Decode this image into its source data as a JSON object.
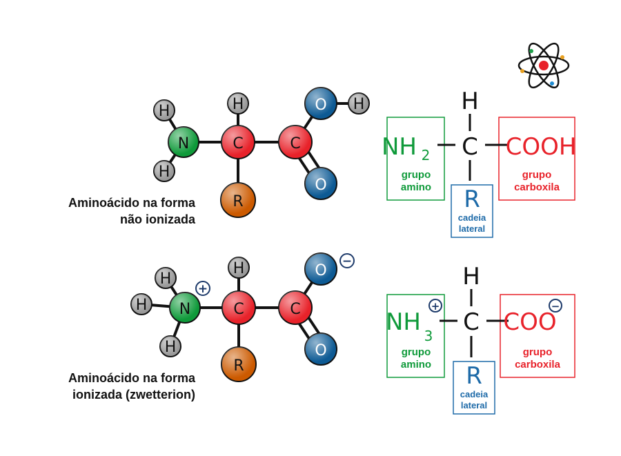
{
  "colors": {
    "nitrogen": "#0f9a3a",
    "carbon": "#e8222a",
    "oxygen": "#0d5a94",
    "hydrogen": "#9a9a9a",
    "r_group": "#cc5a00",
    "amino": "#0f9a3a",
    "carboxyl": "#e8222a",
    "side_chain": "#1d6aa8"
  },
  "top_model": {
    "atoms": {
      "h1": "H",
      "h2": "H",
      "n": "N",
      "c_alpha": "C",
      "h_alpha": "H",
      "c_carboxyl": "C",
      "o_single": "O",
      "h_oxygen": "H",
      "o_double": "O",
      "r": "R"
    },
    "caption_line1": "Aminoácido na forma",
    "caption_line2": "não ionizada"
  },
  "bottom_model": {
    "atoms": {
      "h1": "H",
      "h2": "H",
      "h3": "H",
      "n": "N",
      "c_alpha": "C",
      "h_alpha": "H",
      "c_carboxyl": "C",
      "o_single": "O",
      "o_double": "O",
      "r": "R"
    },
    "charge_plus": "+",
    "charge_minus": "−",
    "caption_line1": "Aminoácido na forma",
    "caption_line2": "ionizada (zwetterion)"
  },
  "top_formula": {
    "h": "H",
    "c": "C",
    "r": "R",
    "amino_main": "NH",
    "amino_sub": "2",
    "carboxyl": "COOH",
    "amino_label_line1": "grupo",
    "amino_label_line2": "amino",
    "carboxyl_label_line1": "grupo",
    "carboxyl_label_line2": "carboxila",
    "side_label_line1": "cadeia",
    "side_label_line2": "lateral"
  },
  "bottom_formula": {
    "h": "H",
    "c": "C",
    "r": "R",
    "amino_main": "NH",
    "amino_sub": "3",
    "carboxyl": "COO",
    "charge_plus": "+",
    "charge_minus": "−",
    "amino_label_line1": "grupo",
    "amino_label_line2": "amino",
    "carboxyl_label_line1": "grupo",
    "carboxyl_label_line2": "carboxila",
    "side_label_line1": "cadeia",
    "side_label_line2": "lateral"
  }
}
